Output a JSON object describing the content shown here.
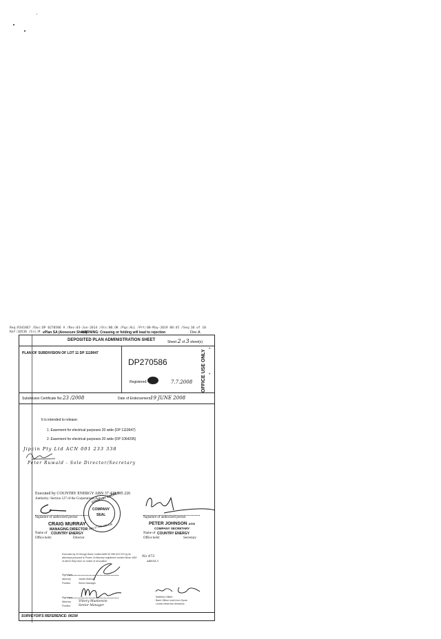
{
  "header": {
    "ref_line_1": "Req:R341867 /Doc:DP 0270586 A /Rev:03-Jun-2014 /Sts:NO.OK /Pgs:ALL /Prt:08-May-2019 08:45 /Seq:10 of 10",
    "ref_line_2": "Ref:18530 /Src:M",
    "form_code": "ePlan SA (Annexure Sheet)",
    "warning": "WARNING: Creasing or folding will lead to rejection",
    "doc_label": "Doc A"
  },
  "sheet": {
    "title": "DEPOSITED PLAN ADMINISTRATION SHEET",
    "sheet_label": "Sheet",
    "sheet_number": "2",
    "sheet_of": "of",
    "sheet_total": "3",
    "sheet_suffix": "sheet(s)",
    "plan_of": "PLAN OF SUBDIVISION OF LOT 11 DP 1119947",
    "dp_number": "DP270586",
    "registered_label": "Registered:",
    "registered_date": "7.7.2008",
    "office_use": "OFFICE USE ONLY",
    "subdivision_cert_label": "Subdivision Certificate No:",
    "subdivision_cert_value": "23 /2008",
    "endorsement_label": "Date of Endorsement:",
    "endorsement_value": "19 JUNE 2008",
    "intent": "It is intended to release:",
    "items": [
      "1.   Easement for electrical purposes 20 wide (DP 1119947)",
      "2.   Easement for electrical purposes 20 wide (DP 1064295)"
    ],
    "hand_line_1": "Jipcin Pty Ltd ACN 001 233 338",
    "hand_line_2": "Peter Ruwald - Sole Director/Secretary",
    "executed_by": "Executed by COUNTRY ENERGY ABN 37 428 185 226",
    "authority": "Authority: Section 127 of the Corporations Act",
    "seal_top": "COUNTRY ENERGY",
    "seal_mid_1": "COMPANY",
    "seal_mid_2": "SEAL",
    "seal_bottom": "ABN 37 428 185 226",
    "sig_left_label": "Signature of authorized person",
    "sig_left_name": "CRAIG MURRAY",
    "sig_left_title": "MANAGING DIRECTOR",
    "sig_left_org": "COUNTRY ENERGY",
    "name_of_label": "Name of",
    "office_held_label": "Office held:",
    "office_left": "Director",
    "sig_right_label": "Signature of authorized person",
    "sig_right_name": "PETER JOHNSON",
    "sig_right_name_suffix": "AGIS",
    "sig_right_title": "COMPANY SECRETARY",
    "sig_right_org": "COUNTRY ENERGY",
    "office_right": "Secretary",
    "bank_text_1": "Executed by St George Bank Limited ABN 92 055 513 070 by its",
    "bank_text_2": "attorneys pursuant to Power of Attorney registered number Book 4452",
    "bank_text_3": "of which they have no notice of revocation",
    "bank_hand_ref": "No 872",
    "bank_hand_sub": "A4814.5",
    "sig_label": "Signature",
    "attorney_label": "Attorney",
    "position_label": "Position",
    "attorney_1_name": "James Marlow",
    "attorney_1_pos": "Senior Manager",
    "attorney_2_name": "Vittory Maekenzie",
    "attorney_2_pos": "Senior Manager",
    "witness_name": "Matthew Gilbert",
    "witness_desc_1": "Bank Officer work from Spore",
    "witness_desc_2": "Levels electronic decisions",
    "surveyor_ref": "SURVEYOR'S REFERENCE: 06154"
  }
}
